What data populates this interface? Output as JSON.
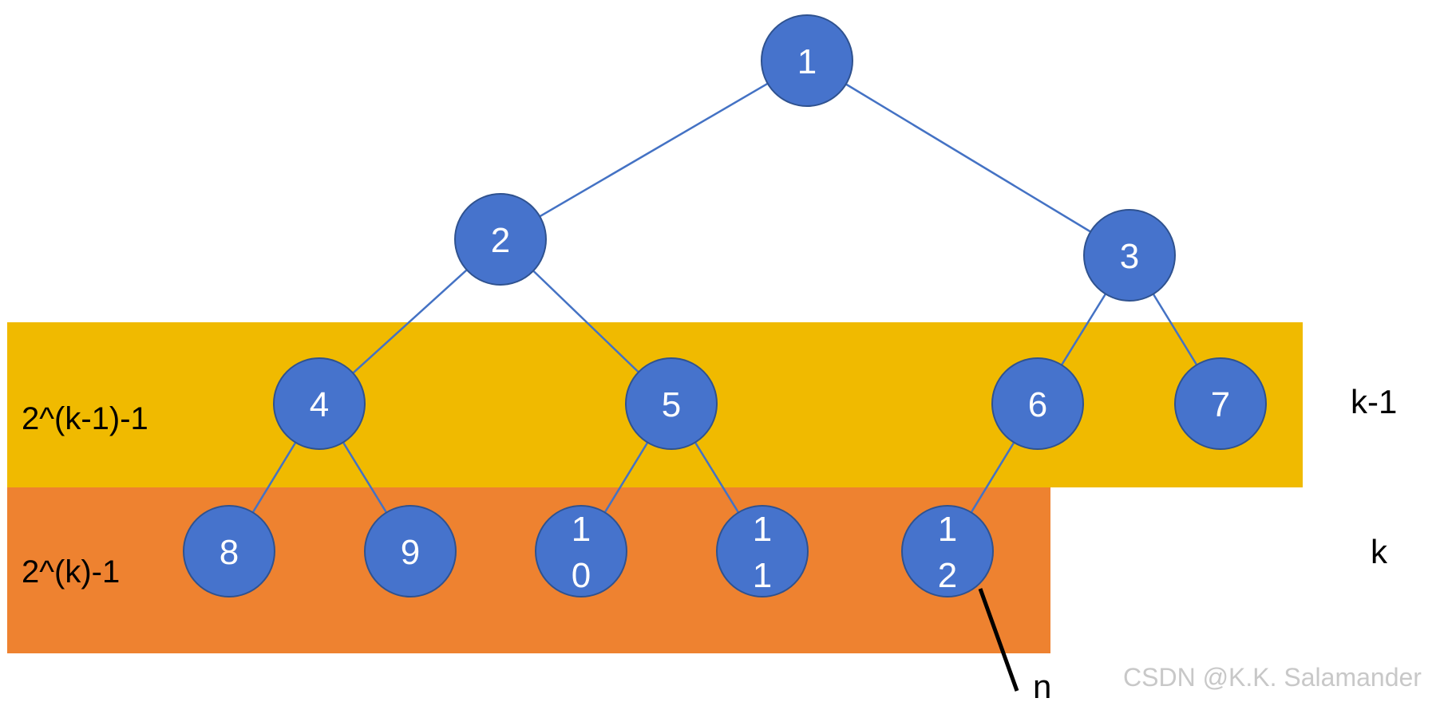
{
  "colors": {
    "band_upper": "#F0BA00",
    "band_lower": "#EE8230",
    "node_fill": "#4673CC",
    "node_stroke": "#2F528F",
    "edge": "#4472C4",
    "pointer": "#000000"
  },
  "bands": {
    "upper_label": "2^(k-1)-1",
    "lower_label": "2^(k)-1"
  },
  "levels": {
    "upper": "k-1",
    "lower": "k"
  },
  "pointer_label": "n",
  "watermark": "CSDN @K.K. Salamander",
  "tree": {
    "nodes": [
      {
        "id": "1",
        "lines": [
          "1"
        ]
      },
      {
        "id": "2",
        "lines": [
          "2"
        ]
      },
      {
        "id": "3",
        "lines": [
          "3"
        ]
      },
      {
        "id": "4",
        "lines": [
          "4"
        ]
      },
      {
        "id": "5",
        "lines": [
          "5"
        ]
      },
      {
        "id": "6",
        "lines": [
          "6"
        ]
      },
      {
        "id": "7",
        "lines": [
          "7"
        ]
      },
      {
        "id": "8",
        "lines": [
          "8"
        ]
      },
      {
        "id": "9",
        "lines": [
          "9"
        ]
      },
      {
        "id": "10",
        "lines": [
          "1",
          "0"
        ]
      },
      {
        "id": "11",
        "lines": [
          "1",
          "1"
        ]
      },
      {
        "id": "12",
        "lines": [
          "1",
          "2"
        ]
      }
    ],
    "edges": [
      [
        "1",
        "2"
      ],
      [
        "1",
        "3"
      ],
      [
        "2",
        "4"
      ],
      [
        "2",
        "5"
      ],
      [
        "3",
        "6"
      ],
      [
        "3",
        "7"
      ],
      [
        "4",
        "8"
      ],
      [
        "4",
        "9"
      ],
      [
        "5",
        "10"
      ],
      [
        "5",
        "11"
      ],
      [
        "6",
        "12"
      ]
    ]
  }
}
